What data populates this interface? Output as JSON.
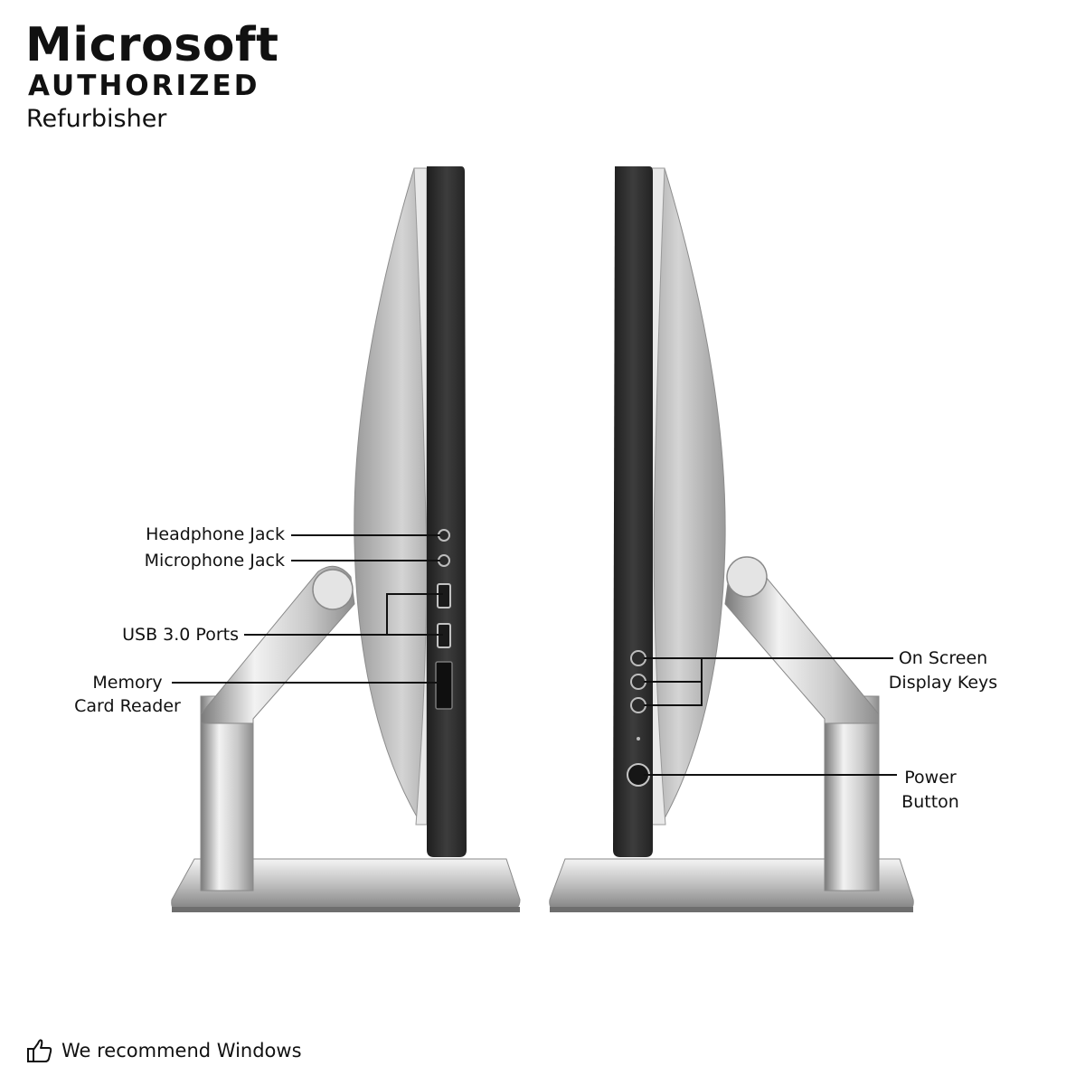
{
  "badge": {
    "brand": "Microsoft",
    "line2": "AUTHORIZED",
    "line3": "Refurbisher"
  },
  "left_labels": {
    "headphone": "Headphone Jack",
    "microphone": "Microphone Jack",
    "usb": "USB 3.0 Ports",
    "memory_1": "Memory",
    "memory_2": "Card Reader"
  },
  "right_labels": {
    "osd_1": "On Screen",
    "osd_2": "Display Keys",
    "power_1": "Power",
    "power_2": "Button"
  },
  "footer": {
    "icon": "thumbs-up-icon",
    "text": "We recommend Windows"
  }
}
